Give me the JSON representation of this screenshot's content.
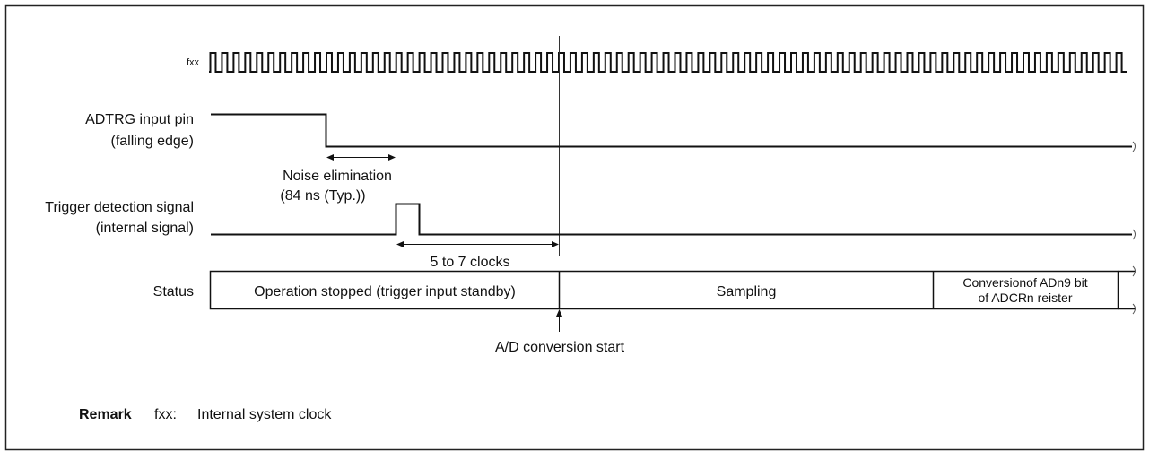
{
  "signals": {
    "clock": {
      "label": "fxx"
    },
    "adtrg": {
      "label_line1": "ADTRG input pin",
      "label_line2": "(falling edge)"
    },
    "trigger": {
      "label_line1": "Trigger detection signal",
      "label_line2": "(internal signal)"
    },
    "status": {
      "label": "Status"
    }
  },
  "annotations": {
    "noise_line1": "Noise elimination",
    "noise_line2": "(84 ns (Typ.))",
    "clocks": "5 to 7 clocks",
    "conversion_start": "A/D conversion start"
  },
  "status_segments": [
    {
      "text": "Operation stopped (trigger input standby)"
    },
    {
      "text": "Sampling"
    },
    {
      "line1": "Conversionof ADn9 bit",
      "line2": "of ADCRn reister"
    }
  ],
  "remark": {
    "keyword": "Remark",
    "term": "fxx:",
    "description": "Internal system clock"
  }
}
